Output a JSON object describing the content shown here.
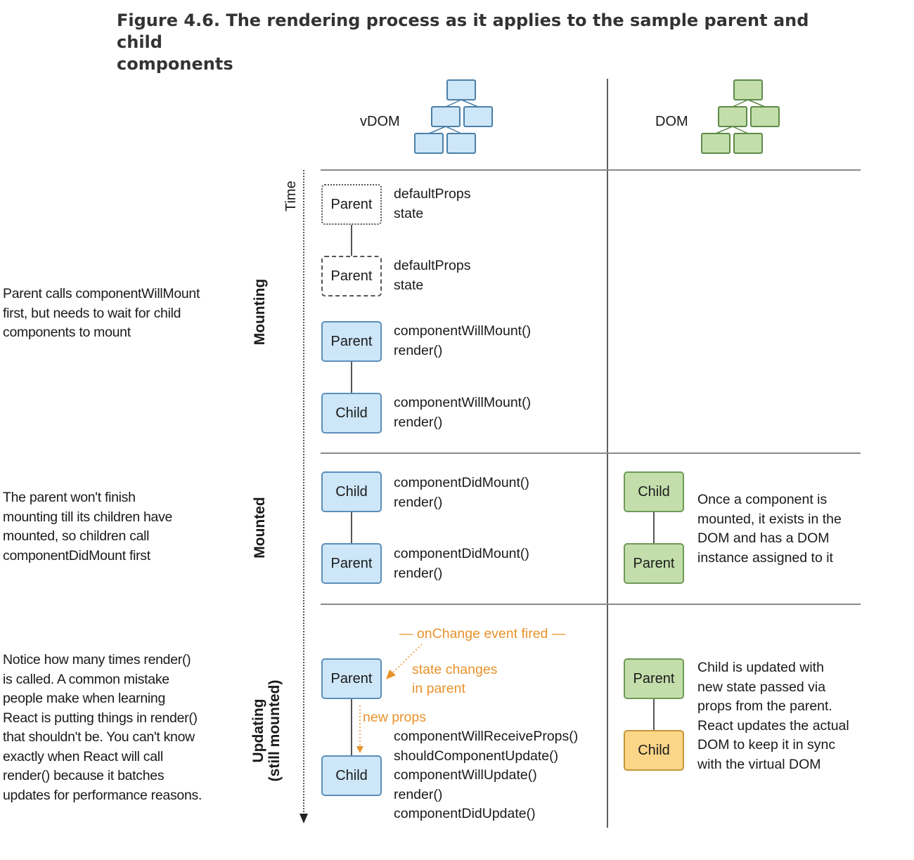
{
  "caption": {
    "line1": "Figure 4.6. The rendering process as it applies to the sample parent and child",
    "line2": "components"
  },
  "columns": {
    "vdom": "vDOM",
    "dom": "DOM"
  },
  "axis": {
    "time": "Time"
  },
  "phases": {
    "mounting": "Mounting",
    "mounted": "Mounted",
    "updating_line1": "Updating",
    "updating_line2": "(still mounted)"
  },
  "notes": {
    "mounting": [
      "Parent calls componentWillMount",
      "first, but needs to wait for child",
      "components to mount"
    ],
    "mounted": [
      "The parent won't finish",
      "mounting till its children have",
      "mounted, so children call",
      "componentDidMount first"
    ],
    "updating": [
      "Notice how many times render()",
      "is called. A common mistake",
      "people make when learning",
      "React is putting things in render()",
      "that shouldn't be. You can't know",
      "exactly when React will call",
      "render() because it batches",
      "updates for performance reasons."
    ]
  },
  "boxes": {
    "parent": "Parent",
    "child": "Child"
  },
  "methods": {
    "m1": [
      "defaultProps",
      "state"
    ],
    "m2": [
      "defaultProps",
      "state"
    ],
    "m3": [
      "componentWillMount()",
      "render()"
    ],
    "m4": [
      "componentWillMount()",
      "render()"
    ],
    "m5": [
      "componentDidMount()",
      "render()"
    ],
    "m6": [
      "componentDidMount()",
      "render()"
    ],
    "m7": [
      "componentWillReceiveProps()",
      "shouldComponentUpdate()",
      "componentWillUpdate()",
      "render()",
      "componentDidUpdate()"
    ]
  },
  "events": {
    "onchange": "— onChange event fired —",
    "state_changes": [
      "state changes",
      "in parent"
    ],
    "new_props": "new props"
  },
  "dom_notes": {
    "mounted": [
      "Once a component is",
      "mounted, it exists in the",
      "DOM and has a DOM",
      "instance assigned to it"
    ],
    "updated": [
      "Child is updated with",
      "new state passed via",
      "props from the parent.",
      "React updates the actual",
      "DOM to keep it in sync",
      "with the virtual DOM"
    ]
  },
  "colors": {
    "vdom_fill": "#cde6f8",
    "dom_fill": "#c3deab",
    "updated_fill": "#fbd689",
    "accent_orange": "#e8922a"
  }
}
